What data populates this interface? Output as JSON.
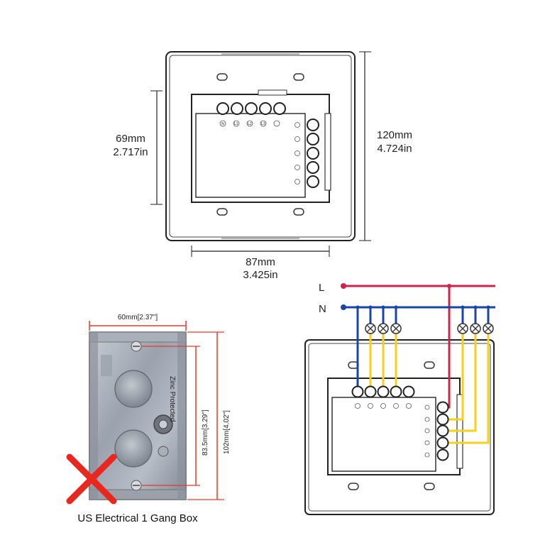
{
  "top_diagram": {
    "height_mm": "120mm",
    "height_in": "4.724in",
    "module_height_mm": "69mm",
    "module_height_in": "2.717in",
    "module_width_mm": "87mm",
    "module_width_in": "3.425in",
    "terminal_labels": [
      "N",
      "L1",
      "L2",
      "L3",
      ""
    ]
  },
  "gang_box": {
    "width_label": "60mm[2.37\"]",
    "inner_height_label": "83.5mm[3.29\"]",
    "outer_height_label": "102mm[4.02\"]",
    "caption": "US Electrical 1 Gang Box",
    "stamp_text": "Zinc Protected"
  },
  "wiring": {
    "line_label": "L",
    "neutral_label": "N",
    "colors": {
      "line": "#d0234a",
      "neutral": "#1a45a8",
      "load": "#f2d21b",
      "cross": "#e23b2e"
    }
  }
}
